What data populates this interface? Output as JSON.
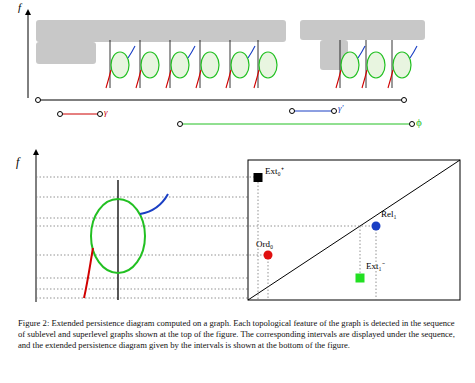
{
  "diagram": {
    "caption": "Figure 2: Extended persistence diagram computed on a graph. Each topological feature of the graph is detected in the sequence of sublevel and superlevel graphs shown at the top of the figure. The corresponding intervals are displayed under the sequence, and the extended persistence diagram given by the intervals is shown at the bottom of the figure.",
    "labels": [
      "f",
      "γ",
      "γ'",
      "ϕ",
      "f",
      "Ext₀⁺",
      "Ord₀",
      "Rel₁",
      "Ext₁⁻"
    ]
  }
}
